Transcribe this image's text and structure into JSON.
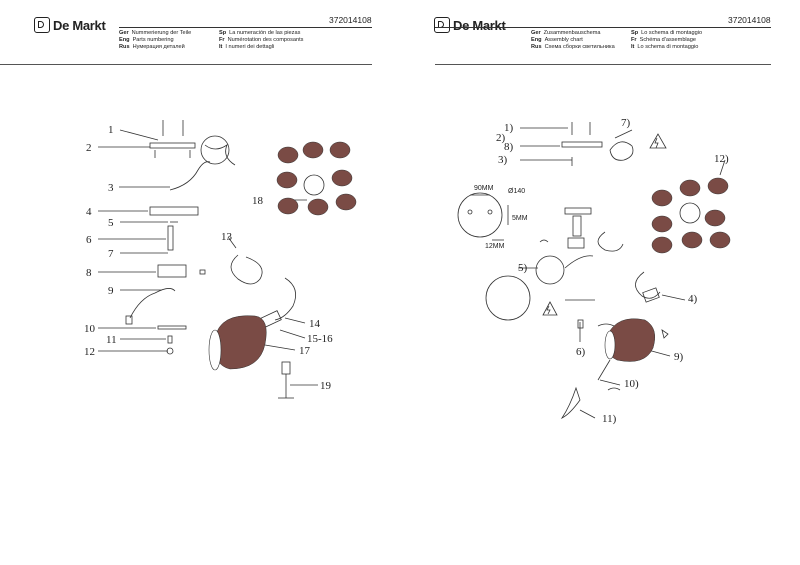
{
  "brand": "De Markt",
  "left_page": {
    "code": "372014108",
    "header": [
      {
        "lang": "Ger",
        "text": "Nummerierung der Teile"
      },
      {
        "lang": "Sp",
        "text": "La numeración de las piezas"
      },
      {
        "lang": "Eng",
        "text": "Parts numbering"
      },
      {
        "lang": "Fr",
        "text": "Numérotation des composants"
      },
      {
        "lang": "Rus",
        "text": "Нумерация деталей"
      },
      {
        "lang": "It",
        "text": "I numeri dei dettagli"
      }
    ],
    "labels": [
      "1",
      "2",
      "3",
      "4",
      "5",
      "6",
      "7",
      "8",
      "9",
      "10",
      "11",
      "12",
      "13",
      "14",
      "15-16",
      "17",
      "18",
      "19"
    ]
  },
  "right_page": {
    "code": "372014108",
    "header": [
      {
        "lang": "Ger",
        "text": "Zusammenbauschema"
      },
      {
        "lang": "Sp",
        "text": "Lo schema di montaggio"
      },
      {
        "lang": "Eng",
        "text": "Assembly chart"
      },
      {
        "lang": "Fr",
        "text": "Schéma d'assemblage"
      },
      {
        "lang": "Rus",
        "text": "Схема сборки светильника"
      },
      {
        "lang": "It",
        "text": "Lo schema di montaggio"
      }
    ],
    "labels": [
      "1)",
      "2)",
      "3)",
      "4)",
      "5)",
      "6)",
      "7)",
      "8)",
      "9)",
      "10)",
      "11)",
      "12)"
    ],
    "dimensions": [
      "90MM",
      "Ø140",
      "5MM",
      "12MM"
    ]
  }
}
